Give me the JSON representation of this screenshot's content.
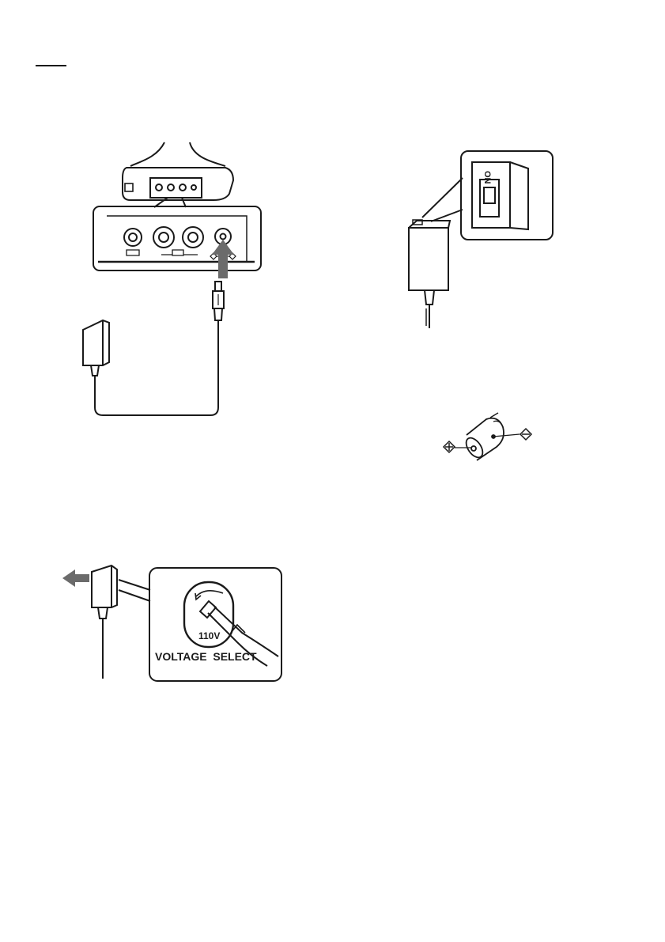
{
  "figures": {
    "voltage_select": {
      "voltage_label": "110V",
      "selector_label": "VOLTAGE  SELECT"
    },
    "adapter_switch": {
      "switch_label": "ON"
    }
  },
  "colors": {
    "ink": "#1a1a1a",
    "arrow_gray": "#6b6b6b",
    "panel_fill": "#ffffff"
  }
}
